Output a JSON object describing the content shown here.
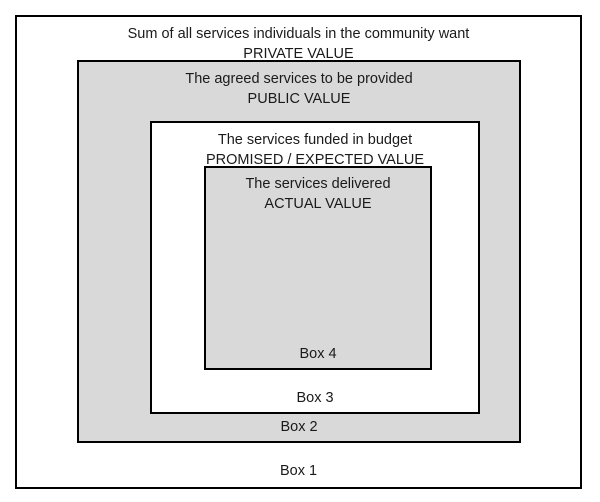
{
  "diagram": {
    "type": "nested-boxes",
    "background_color": "#ffffff",
    "border_color": "#000000",
    "shaded_fill": "#d9d9d9",
    "plain_fill": "#ffffff",
    "boxes": [
      {
        "id": "box1",
        "label": "Box 1",
        "description": "Sum of all services individuals in the community want",
        "value_name": "PRIVATE VALUE",
        "fill": "#ffffff"
      },
      {
        "id": "box2",
        "label": "Box 2",
        "description": "The agreed services to be provided",
        "value_name": "PUBLIC VALUE",
        "fill": "#d9d9d9"
      },
      {
        "id": "box3",
        "label": "Box 3",
        "description": "The services funded in budget",
        "value_name": "PROMISED / EXPECTED VALUE",
        "fill": "#ffffff"
      },
      {
        "id": "box4",
        "label": "Box 4",
        "description": "The services delivered",
        "value_name": "ACTUAL VALUE",
        "fill": "#d9d9d9"
      }
    ]
  }
}
